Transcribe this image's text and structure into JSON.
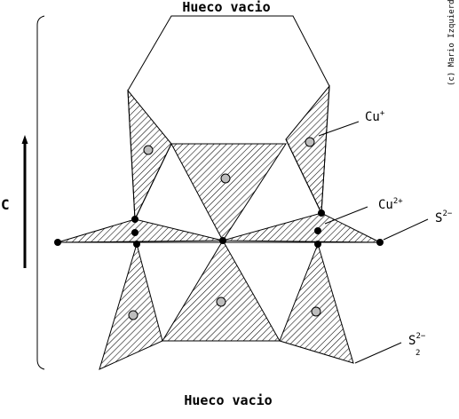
{
  "title_top": "Hueco vacio",
  "title_bottom": "Hueco vacio",
  "axis_label": "C",
  "credit": "(c) Mario Izquierdo",
  "labels": {
    "cu_plus": {
      "symbol": "Cu",
      "charge": "+"
    },
    "cu_2plus": {
      "symbol": "Cu",
      "charge": "2+"
    },
    "s_2minus": {
      "symbol": "S",
      "charge": "2−"
    },
    "s2_2minus": {
      "symbol": "S",
      "charge": "2−",
      "subscript": "2"
    }
  },
  "colors": {
    "line": "#000000",
    "hatch": "#000000",
    "atom_gray": "#bdbdbd",
    "background": "#ffffff"
  }
}
